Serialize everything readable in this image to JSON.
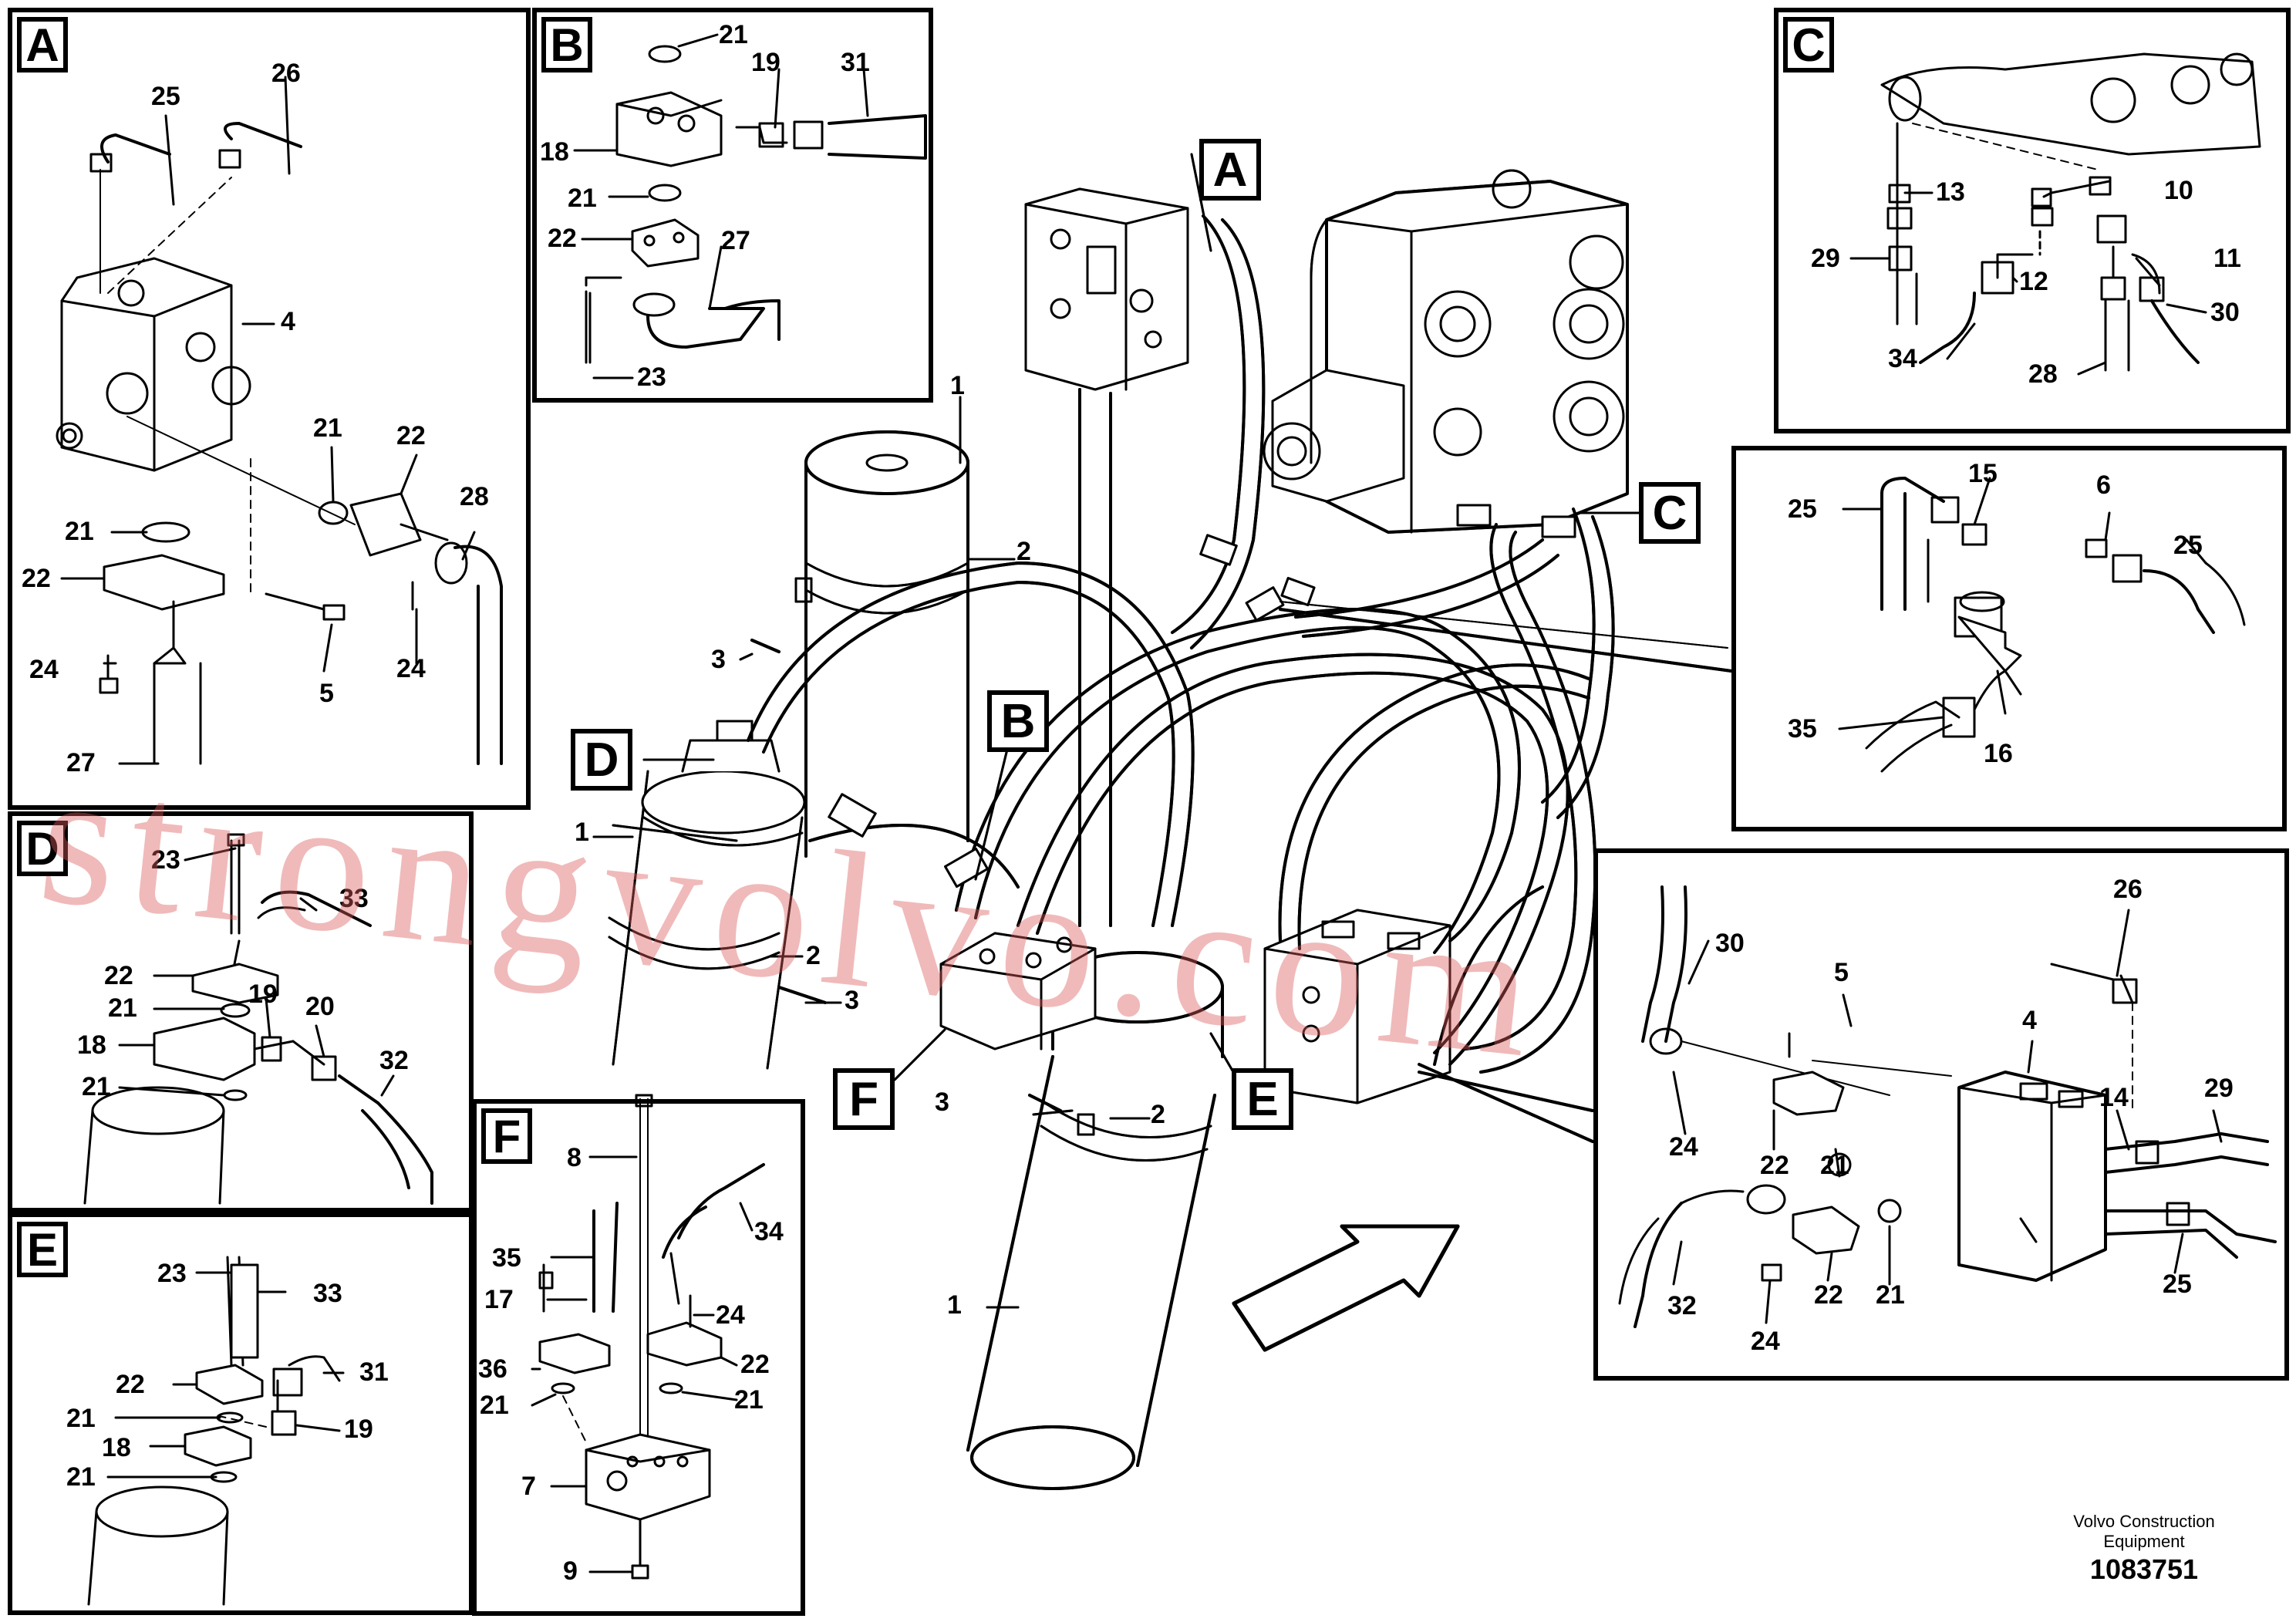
{
  "panels": {
    "A": {
      "letter": "A",
      "labels": [
        "25",
        "26",
        "4",
        "21",
        "22",
        "28",
        "21",
        "22",
        "24",
        "5",
        "24",
        "27"
      ]
    },
    "B": {
      "letter": "B",
      "labels": [
        "21",
        "19",
        "31",
        "18",
        "21",
        "22",
        "27",
        "23"
      ]
    },
    "C": {
      "letter": "C",
      "labels": [
        "13",
        "10",
        "29",
        "12",
        "11",
        "30",
        "34",
        "28"
      ]
    },
    "D": {
      "letter": "D",
      "labels": [
        "23",
        "33",
        "22",
        "21",
        "19",
        "20",
        "18",
        "32",
        "21"
      ]
    },
    "E": {
      "letter": "E",
      "labels": [
        "23",
        "33",
        "31",
        "22",
        "21",
        "19",
        "18",
        "21"
      ]
    },
    "F": {
      "letter": "F",
      "labels": [
        "8",
        "34",
        "35",
        "17",
        "24",
        "36",
        "22",
        "21",
        "21",
        "7",
        "9"
      ]
    },
    "G": {
      "labels": [
        "25",
        "15",
        "6",
        "25",
        "35",
        "16"
      ]
    },
    "H": {
      "labels": [
        "26",
        "30",
        "5",
        "4",
        "24",
        "22",
        "21",
        "14",
        "29",
        "32",
        "22",
        "21",
        "24",
        "25"
      ]
    }
  },
  "main": {
    "callouts": [
      "A",
      "B",
      "C",
      "D",
      "E",
      "F"
    ],
    "labels": [
      "1",
      "2",
      "3",
      "1",
      "2",
      "3",
      "3",
      "2",
      "1"
    ]
  },
  "footer": {
    "brand_line1": "Volvo Construction",
    "brand_line2": "Equipment",
    "code": "1083751"
  },
  "watermark": "strongvolvo.com"
}
